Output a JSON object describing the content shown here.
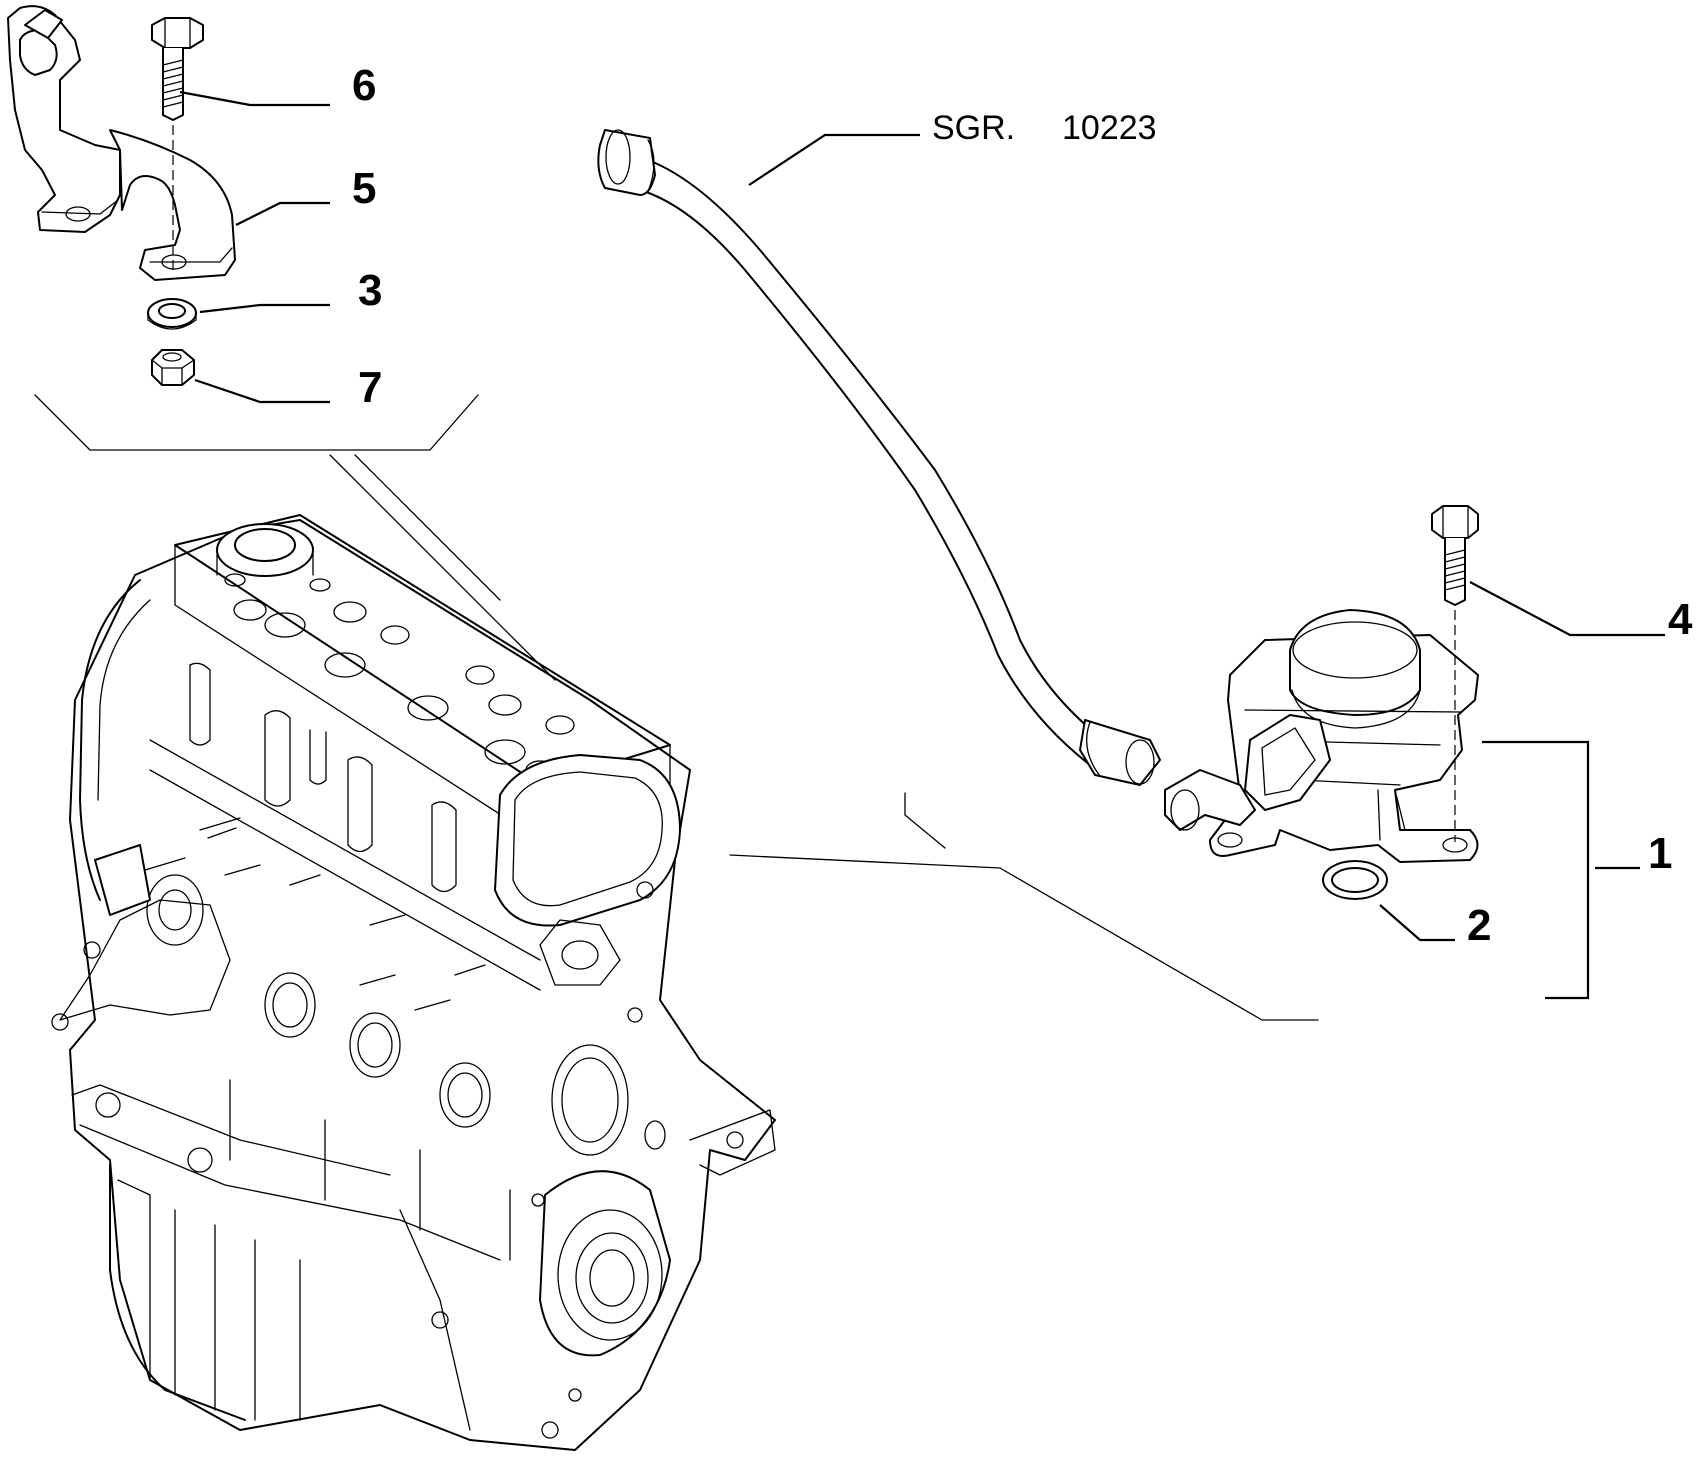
{
  "callouts": {
    "c1": "1",
    "c2": "2",
    "c3": "3",
    "c4": "4",
    "c5": "5",
    "c6": "6",
    "c7": "7"
  },
  "reference": {
    "prefix": "SGR.",
    "code": "10223"
  },
  "parts": {
    "p1": "oil-vapour-separator-icon",
    "p2": "seal-ring-icon",
    "p3": "washer-icon",
    "p4": "bolt-icon",
    "p5": "bracket-icon",
    "p6": "bolt-icon",
    "p7": "nut-icon",
    "hose": "breather-hose-icon",
    "engine": "engine-block-icon"
  }
}
